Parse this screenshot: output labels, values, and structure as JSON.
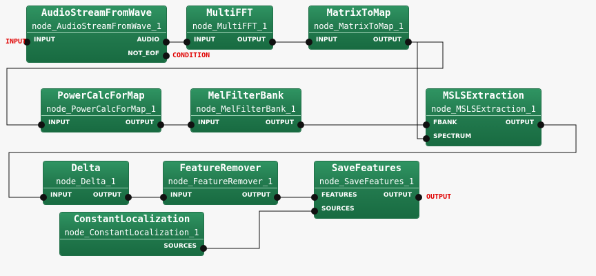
{
  "nodes": {
    "audio": {
      "title": "AudioStreamFromWave",
      "sub": "node_AudioStreamFromWave_1",
      "in0": "INPUT",
      "out0": "AUDIO",
      "out1": "NOT_EOF"
    },
    "fft": {
      "title": "MultiFFT",
      "sub": "node_MultiFFT_1",
      "in0": "INPUT",
      "out0": "OUTPUT"
    },
    "m2m": {
      "title": "MatrixToMap",
      "sub": "node_MatrixToMap_1",
      "in0": "INPUT",
      "out0": "OUTPUT"
    },
    "pow": {
      "title": "PowerCalcForMap",
      "sub": "node_PowerCalcForMap_1",
      "in0": "INPUT",
      "out0": "OUTPUT"
    },
    "mel": {
      "title": "MelFilterBank",
      "sub": "node_MelFilterBank_1",
      "in0": "INPUT",
      "out0": "OUTPUT"
    },
    "msls": {
      "title": "MSLSExtraction",
      "sub": "node_MSLSExtraction_1",
      "in0": "FBANK",
      "in1": "SPECTRUM",
      "out0": "OUTPUT"
    },
    "delta": {
      "title": "Delta",
      "sub": "node_Delta_1",
      "in0": "INPUT",
      "out0": "OUTPUT"
    },
    "frem": {
      "title": "FeatureRemover",
      "sub": "node_FeatureRemover_1",
      "in0": "INPUT",
      "out0": "OUTPUT"
    },
    "save": {
      "title": "SaveFeatures",
      "sub": "node_SaveFeatures_1",
      "in0": "FEATURES",
      "in1": "SOURCES",
      "out0": "OUTPUT"
    },
    "cloc": {
      "title": "ConstantLocalization",
      "sub": "node_ConstantLocalization_1",
      "out0": "SOURCES"
    }
  },
  "terminals": {
    "input": "INPUT",
    "condition": "CONDITION",
    "output": "OUTPUT"
  },
  "colors": {
    "node_top": "#2f9462",
    "node_bottom": "#186b41",
    "wire": "#111111",
    "terminal": "#e00000",
    "background": "#f7f7f7"
  }
}
